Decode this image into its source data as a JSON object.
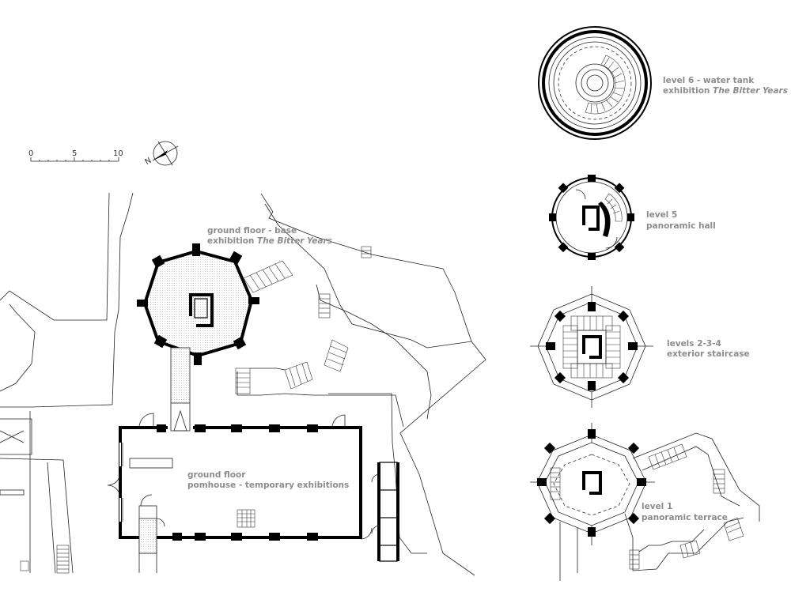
{
  "labels": {
    "ground_floor_base": {
      "line1": "ground floor - base",
      "line2_prefix": "exhibition ",
      "line2_title": "The Bitter Years"
    },
    "ground_floor_pomhouse": {
      "line1": "ground floor",
      "line2": "pomhouse - temporary exhibitions"
    },
    "level6": {
      "line1": "level 6 - water tank",
      "line2_prefix": "exhibition ",
      "line2_title": "The Bitter Years"
    },
    "level5": {
      "line1": "level 5",
      "line2": "panoramic hall"
    },
    "levels234": {
      "line1": "levels 2-3-4",
      "line2": "exterior staircase"
    },
    "level1": {
      "line1": "level 1",
      "line2": "panoramic terrace"
    }
  },
  "scale_bar": {
    "ticks": [
      "0",
      "5",
      "10"
    ]
  },
  "north_arrow": {
    "letter": "N"
  }
}
